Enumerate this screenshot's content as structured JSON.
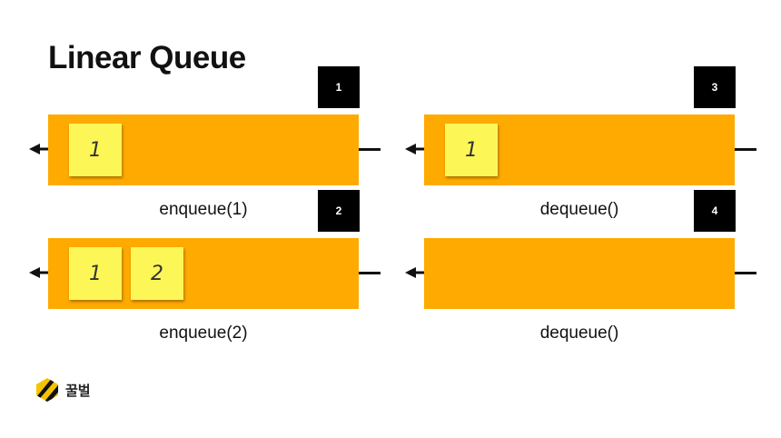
{
  "title": "Linear Queue",
  "colors": {
    "queue": "#ffaa00",
    "item": "#fcf756",
    "badge": "#000000"
  },
  "panels": [
    {
      "badge": "1",
      "items": [
        "1"
      ],
      "caption": "enqueue(1)"
    },
    {
      "badge": "2",
      "items": [
        "1",
        "2"
      ],
      "caption": "enqueue(2)"
    },
    {
      "badge": "3",
      "items": [
        "1"
      ],
      "caption": "dequeue()"
    },
    {
      "badge": "4",
      "items": [],
      "caption": "dequeue()"
    }
  ],
  "logo": {
    "icon": "honey-stripe-icon",
    "text": "꿀벌"
  }
}
